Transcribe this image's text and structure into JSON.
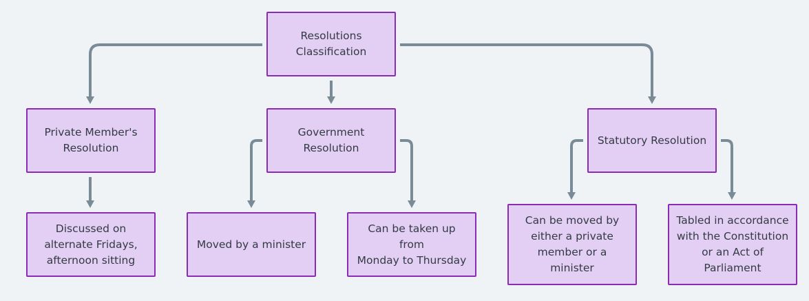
{
  "nodes": {
    "root": "Resolutions\nClassification",
    "private": "Private Member's\nResolution",
    "government": "Government\nResolution",
    "statutory": "Statutory Resolution",
    "private_detail": "Discussed on\nalternate Fridays,\nafternoon sitting",
    "gov_minister": "Moved by a minister",
    "gov_days": "Can be taken up from\nMonday to Thursday",
    "stat_moved": "Can be moved by\neither a private\nmember or a\nminister",
    "stat_tabled": "Tabled in accordance\nwith the Constitution\nor an Act of\nParliament"
  },
  "colors": {
    "background": "#f0f3f6",
    "node_fill": "#e4cff4",
    "node_border": "#8a2bb6",
    "edge": "#7a8b98",
    "text": "#333a44"
  }
}
